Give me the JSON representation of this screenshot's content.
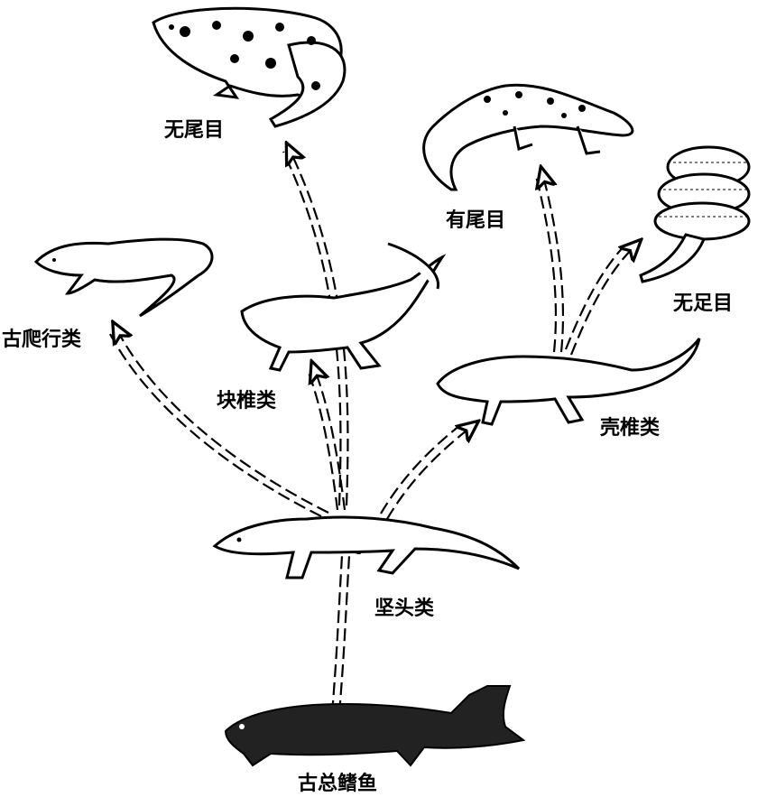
{
  "labels": {
    "anura": "无尾目",
    "caudata": "有尾目",
    "gymnophiona": "无足目",
    "paleo_reptiles": "古爬行类",
    "temnospondyli": "块椎类",
    "lepospondyli": "壳椎类",
    "stegocephalia": "坚头类",
    "crossopterygii": "古总鳍鱼"
  }
}
